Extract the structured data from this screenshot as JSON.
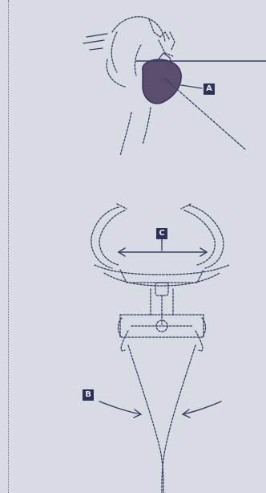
{
  "callouts": {
    "a": "A",
    "b": "B",
    "c": "C"
  },
  "colors": {
    "background": "#d9dbe4",
    "line": "#3a3d62",
    "label_fill": "#2e3156",
    "shade": "#5b4d6e"
  }
}
